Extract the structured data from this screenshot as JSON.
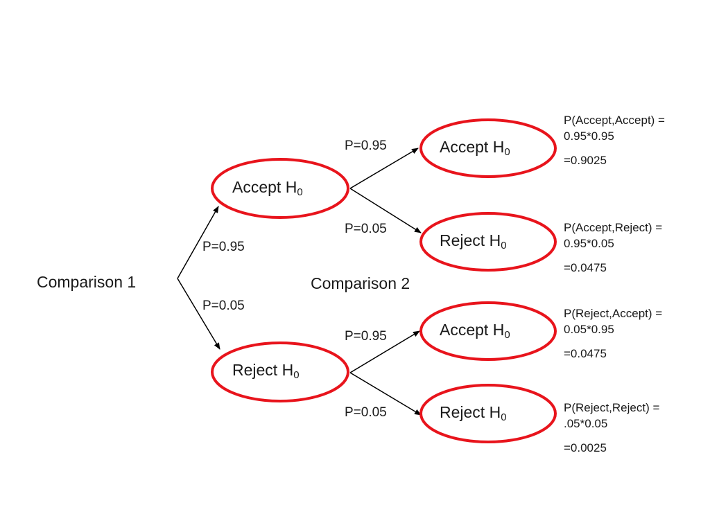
{
  "comparison1_label": "Comparison 1",
  "comparison2_label": "Comparison 2",
  "level1": {
    "accept": {
      "text": "Accept H",
      "sub": "0",
      "prob": "P=0.95"
    },
    "reject": {
      "text": "Reject H",
      "sub": "0",
      "prob": "P=0.05"
    }
  },
  "level2": {
    "accept_accept": {
      "text": "Accept H",
      "sub": "0",
      "prob": "P=0.95"
    },
    "accept_reject": {
      "text": "Reject H",
      "sub": "0",
      "prob": "P=0.05"
    },
    "reject_accept": {
      "text": "Accept H",
      "sub": "0",
      "prob": "P=0.95"
    },
    "reject_reject": {
      "text": "Reject H",
      "sub": "0",
      "prob": "P=0.05"
    }
  },
  "results": {
    "accept_accept": {
      "line1": "P(Accept,Accept) =",
      "line2": "0.95*0.95",
      "line3": "=0.9025"
    },
    "accept_reject": {
      "line1": "P(Accept,Reject) =",
      "line2": "0.95*0.05",
      "line3": "=0.0475"
    },
    "reject_accept": {
      "line1": "P(Reject,Accept) =",
      "line2": "0.05*0.95",
      "line3": "=0.0475"
    },
    "reject_reject": {
      "line1": "P(Reject,Reject) =",
      "line2": ".05*0.05",
      "line3": "=0.0025"
    }
  },
  "colors": {
    "node_border": "#e8141c",
    "arrow": "#000000"
  }
}
